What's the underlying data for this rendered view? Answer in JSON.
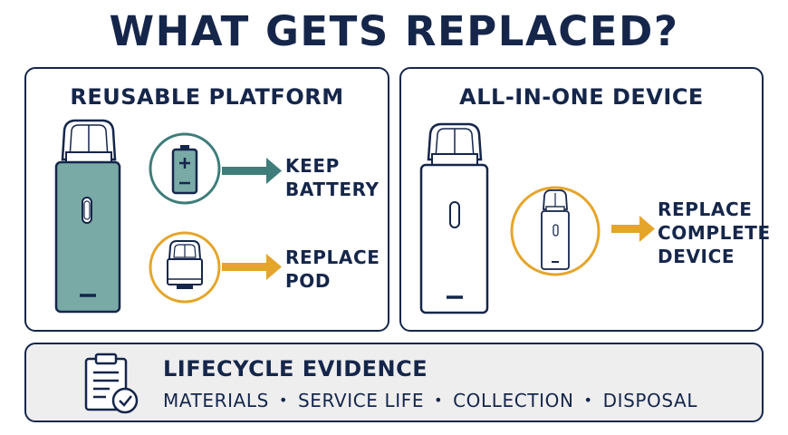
{
  "title": "WHAT GETS REPLACED?",
  "colors": {
    "navy": "#15264a",
    "teal": "#3f7d7a",
    "teal_fill": "#79aaa6",
    "gold": "#e5a52a",
    "footer_bg": "#eeeeef"
  },
  "reusable": {
    "heading": "REUSABLE PLATFORM",
    "keep": {
      "line1": "KEEP",
      "line2": "BATTERY",
      "icon": "battery-icon"
    },
    "replace": {
      "line1": "REPLACE",
      "line2": "POD",
      "icon": "pod-icon"
    }
  },
  "all_in_one": {
    "heading": "ALL-IN-ONE DEVICE",
    "replace": {
      "line1": "REPLACE",
      "line2": "COMPLETE",
      "line3": "DEVICE",
      "icon": "device-icon"
    }
  },
  "lifecycle": {
    "heading": "LIFECYCLE EVIDENCE",
    "icon": "clipboard-check-icon",
    "items": [
      "MATERIALS",
      "SERVICE LIFE",
      "COLLECTION",
      "DISPOSAL"
    ]
  }
}
